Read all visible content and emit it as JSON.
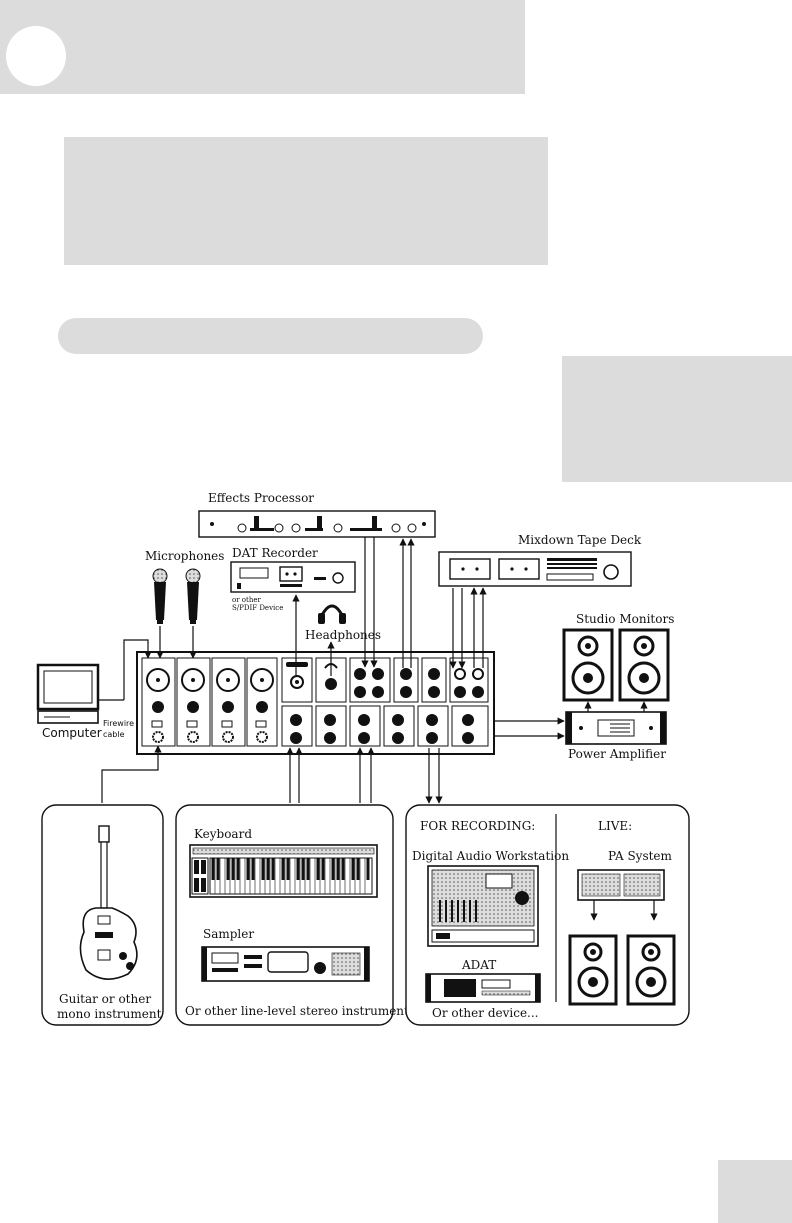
{
  "labels": {
    "effects_processor": "Effects Processor",
    "dat_recorder": "DAT Recorder",
    "dat_note_1": "or other",
    "dat_note_2": "S/PDIF Device",
    "microphones": "Microphones",
    "headphones": "Headphones",
    "mixdown_tape_deck": "Mixdown Tape Deck",
    "studio_monitors": "Studio Monitors",
    "power_amplifier": "Power Amplifier",
    "computer": "Computer",
    "firewire_1": "Firewire",
    "firewire_2": "cable",
    "guitar_1": "Guitar or other",
    "guitar_2": "mono instrument",
    "keyboard": "Keyboard",
    "sampler": "Sampler",
    "line_level": "Or other line-level stereo instrument...",
    "for_recording": "FOR RECORDING:",
    "live": "LIVE:",
    "daw": "Digital Audio Workstation",
    "adat": "ADAT",
    "other_device": "Or other device...",
    "pa_system": "PA System"
  },
  "icons": [
    "microphone-icon",
    "headphones-icon",
    "computer-icon",
    "guitar-icon",
    "keyboard-icon",
    "speaker-icon"
  ]
}
